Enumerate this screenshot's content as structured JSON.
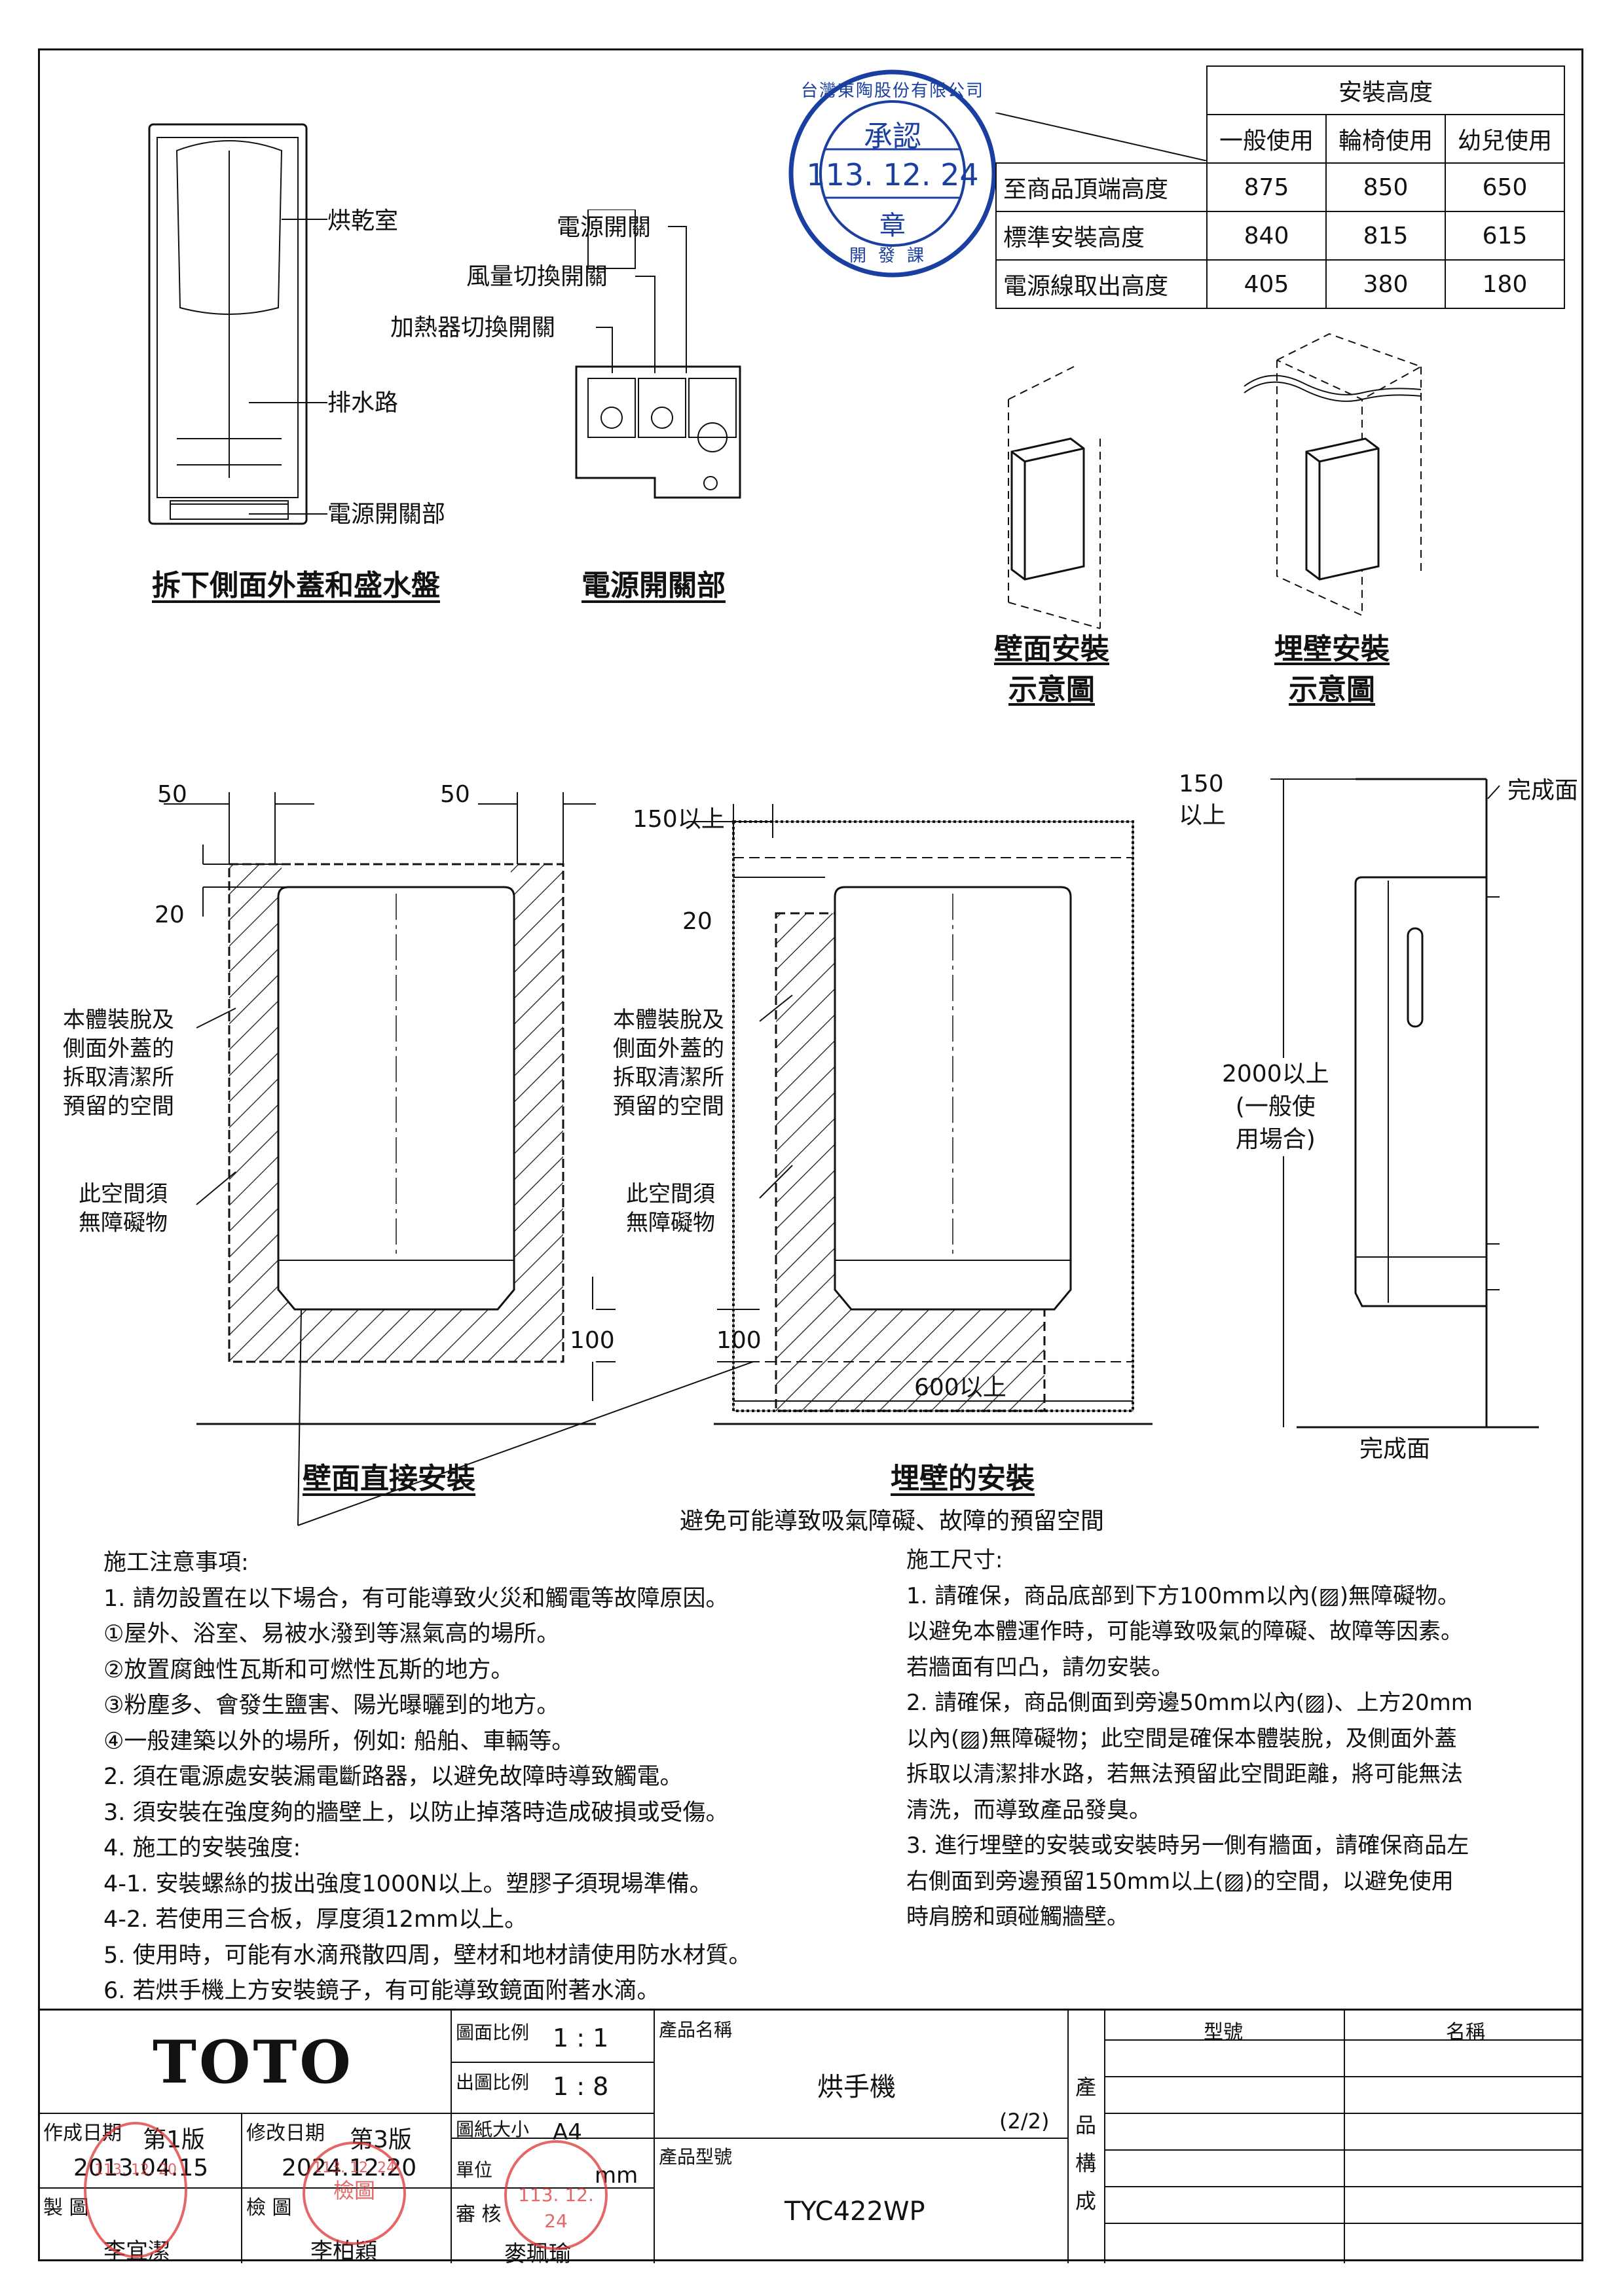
{
  "top_left_figure": {
    "labels": {
      "dryer_chamber": "烘乾室",
      "drain_path": "排水路",
      "power_switch_section": "電源開關部"
    },
    "title": "拆下側面外蓋和盛水盤"
  },
  "switch_figure": {
    "labels": {
      "power_switch": "電源開關",
      "airflow_switch": "風量切換開關",
      "heater_switch": "加熱器切換開關"
    },
    "title": "電源開關部"
  },
  "approval_stamp": {
    "company": "台灣東陶股份有限公司",
    "word": "承認",
    "date": "113. 12. 24",
    "seal": "章",
    "dept": "開發課"
  },
  "height_table": {
    "header": "安裝高度",
    "columns": [
      "一般使用",
      "輪椅使用",
      "幼兒使用"
    ],
    "rows": [
      {
        "label": "至商品頂端高度",
        "values": [
          "875",
          "850",
          "650"
        ]
      },
      {
        "label": "標準安裝高度",
        "values": [
          "840",
          "815",
          "615"
        ]
      },
      {
        "label": "電源線取出高度",
        "values": [
          "405",
          "380",
          "180"
        ]
      }
    ]
  },
  "wall_mount_title": [
    "壁面安裝",
    "示意圖"
  ],
  "recessed_title": [
    "埋壁安裝",
    "示意圖"
  ],
  "direct_install": {
    "dim_side_left": "50",
    "dim_side_right": "50",
    "dim_top": "20",
    "dim_bottom": "100",
    "note1": [
      "本體裝脫及",
      "側面外蓋的",
      "拆取清潔所",
      "預留的空間"
    ],
    "note2": [
      "此空間須",
      "無障礙物"
    ],
    "title": "壁面直接安裝"
  },
  "recessed_install": {
    "dim_left": "150以上",
    "dim_right": [
      "150",
      "以上"
    ],
    "dim_top": "20",
    "dim_bottom": "100",
    "dim_width": "600以上",
    "note1": [
      "本體裝脫及",
      "側面外蓋的",
      "拆取清潔所",
      "預留的空間"
    ],
    "note2": [
      "此空間須",
      "無障礙物"
    ],
    "title": "埋壁的安裝"
  },
  "side_view": {
    "finish_top": "完成面",
    "finish_bottom": "完成面",
    "height": [
      "2000以上",
      "(一般使",
      "用場合)"
    ]
  },
  "shared_note": "避免可能導致吸氣障礙、故障的預留空間",
  "construction_notes": {
    "heading": "施工注意事項:",
    "lines": [
      "1. 請勿設置在以下場合，有可能導致火災和觸電等故障原因。",
      "①屋外、浴室、易被水潑到等濕氣高的場所。",
      "②放置腐蝕性瓦斯和可燃性瓦斯的地方。",
      "③粉塵多、會發生鹽害、陽光曝曬到的地方。",
      "④一般建築以外的場所，例如: 船舶、車輛等。",
      "2. 須在電源處安裝漏電斷路器，以避免故障時導致觸電。",
      "3. 須安裝在強度夠的牆壁上，以防止掉落時造成破損或受傷。",
      "4. 施工的安裝強度:",
      "4-1. 安裝螺絲的拔出強度1000N以上。塑膠子須現場準備。",
      "4-2. 若使用三合板，厚度須12mm以上。",
      "5. 使用時，可能有水滴飛散四周，壁材和地材請使用防水材質。",
      "6. 若烘手機上方安裝鏡子，有可能導致鏡面附著水滴。"
    ]
  },
  "dimension_notes": {
    "heading": "施工尺寸:",
    "lines": [
      "1. 請確保，商品底部到下方100mm以內(▨)無障礙物。",
      "以避免本體運作時，可能導致吸氣的障礙、故障等因素。",
      "若牆面有凹凸，請勿安裝。",
      "2. 請確保，商品側面到旁邊50mm以內(▨)、上方20mm",
      "以內(▨)無障礙物；此空間是確保本體裝脫，及側面外蓋",
      "拆取以清潔排水路，若無法預留此空間距離，將可能無法",
      "清洗，而導致產品發臭。",
      "3. 進行埋壁的安裝或安裝時另一側有牆面，請確保商品左",
      "右側面到旁邊預留150mm以上(▨)的空間，以避免使用",
      "時肩膀和頭碰觸牆壁。"
    ]
  },
  "title_block": {
    "logo": "TOTO",
    "created_label": "作成日期",
    "created_version": "第1版",
    "created_date": "2013.04.15",
    "revised_label": "修改日期",
    "revised_version": "第3版",
    "revised_date": "2024.12.20",
    "drawn_label": "製 圖",
    "drawn_by": "李宜潔",
    "check_label": "檢 圖",
    "checked_by": "李柏穎",
    "approve_label": "審 核",
    "approved_by": "麥珮瑜",
    "scale_label": "圖面比例",
    "scale": "1 : 1",
    "print_scale_label": "出圖比例",
    "print_scale": "1 : 8",
    "paper_label": "圖紙大小",
    "paper": "A4",
    "unit_label": "單位",
    "unit": "mm",
    "product_name_label": "產品名稱",
    "product_name": "烘手機",
    "page": "(2/2)",
    "model_label": "產品型號",
    "model": "TYC422WP",
    "composition_label": [
      "產",
      "品",
      "構",
      "成"
    ],
    "model_col": "型號",
    "name_col": "名稱",
    "stamp_check_date": "113. 12. 24",
    "stamp_check_word": "檢圖",
    "stamp_approve_date": "113. 12. 24",
    "stamp_draw_date": "113. 12. 20"
  }
}
